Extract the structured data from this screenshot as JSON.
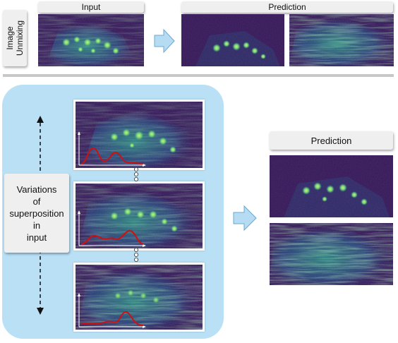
{
  "top": {
    "side_label": [
      "Image",
      "Unmixing"
    ],
    "input_label": "Input",
    "prediction_label": "Prediction"
  },
  "bottom": {
    "variations_label": [
      "Variations",
      "of",
      "superposition",
      "in",
      "input"
    ],
    "prediction_label": "Prediction"
  },
  "colors": {
    "panel_bg": "#b9e0f5",
    "arrow_fill": "#b6dcf3",
    "arrow_stroke": "#6aa8cf",
    "image_bg": "#3b1a5c",
    "signal": "#9ee35a",
    "curve": "#cc1111",
    "divider": "#c8c8c8"
  }
}
